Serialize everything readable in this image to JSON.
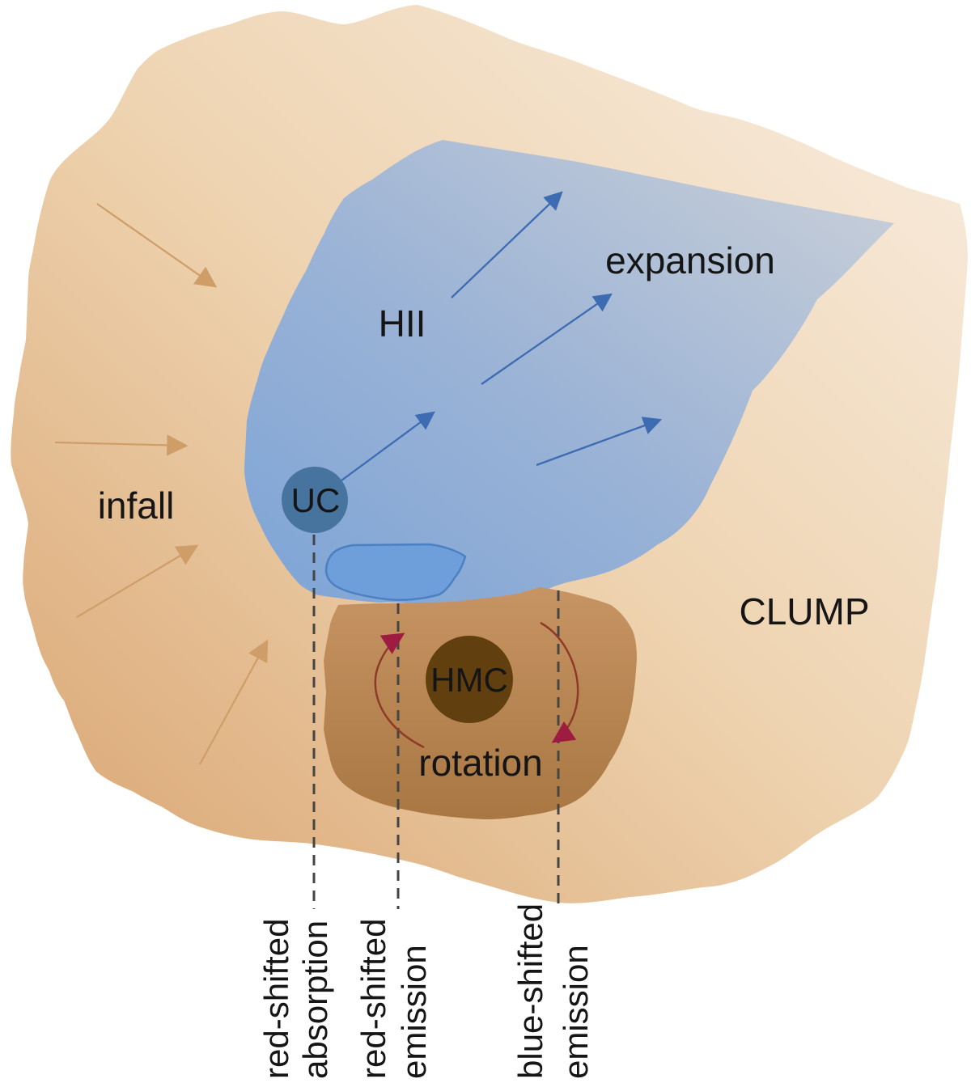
{
  "diagram": {
    "type": "schematic-astronomy-figure",
    "labels": {
      "clump": "CLUMP",
      "hii": "HII",
      "uc": "UC",
      "hmc": "HMC",
      "infall": "infall",
      "expansion": "expansion",
      "rotation": "rotation"
    },
    "axis_labels": [
      {
        "line1": "red-shifted",
        "line2": "absorption"
      },
      {
        "line1": "red-shifted",
        "line2": "emission"
      },
      {
        "line1": "blue-shifted",
        "line2": "emission"
      }
    ],
    "colors": {
      "background": "#ffffff",
      "clump_light": "#f9eee2",
      "clump_mid": "#eed3b0",
      "clump_dark": "#d9a470",
      "hii_dark": "#7da4d6",
      "hii_mid": "#9bb3d6",
      "hii_light": "#ccd1d8",
      "uc_fill": "#46749e",
      "disk_fill": "#6f9fdb",
      "disk_stroke": "#4b80c2",
      "hmc_envelope_light": "#c79463",
      "hmc_envelope_dark": "#a87742",
      "hmc_core": "#623f0e",
      "infall_arrow": "#cf9e68",
      "expansion_arrow": "#3d6cb3",
      "rotation_line": "#8f3a28",
      "rotation_arrowhead": "#9e1c42",
      "dashed_line": "#454545",
      "text": "#151515"
    }
  }
}
